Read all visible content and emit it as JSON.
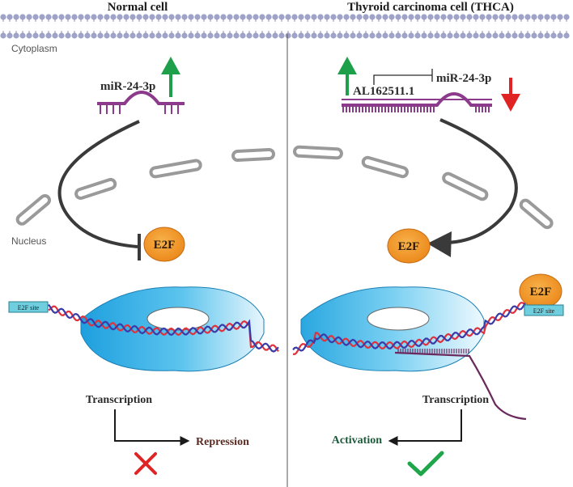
{
  "titles": {
    "left": "Normal cell",
    "right": "Thyroid carcinoma cell (THCA)"
  },
  "regions": {
    "cytoplasm": "Cytoplasm",
    "nucleus": "Nucleus"
  },
  "left_panel": {
    "mirna_label": "miR-24-3p",
    "mirna_change": "up",
    "e2f_label": "E2F",
    "e2f_site_label": "E2F site",
    "transcription_label": "Transcription",
    "outcome_label": "Repression",
    "outcome_icon": "red-cross-icon"
  },
  "right_panel": {
    "lncrna_label": "AL162511.1",
    "lncrna_change": "up",
    "mirna_label": "miR-24-3p",
    "mirna_change": "down",
    "e2f_label": "E2F",
    "e2f_site_label": "E2F site",
    "transcription_label": "Transcription",
    "outcome_label": "Activation",
    "outcome_icon": "green-check-icon"
  },
  "colors": {
    "membrane": "#9fa3c7",
    "rna": "#8b3a8c",
    "up_arrow": "#1ea04a",
    "down_arrow": "#e02424",
    "e2f_fill": "#f39a2a",
    "polymerase": "#2aa7e0",
    "dna_red": "#e0323c",
    "dna_blue": "#3a3aa8",
    "envelope": "#9a9a9a"
  }
}
